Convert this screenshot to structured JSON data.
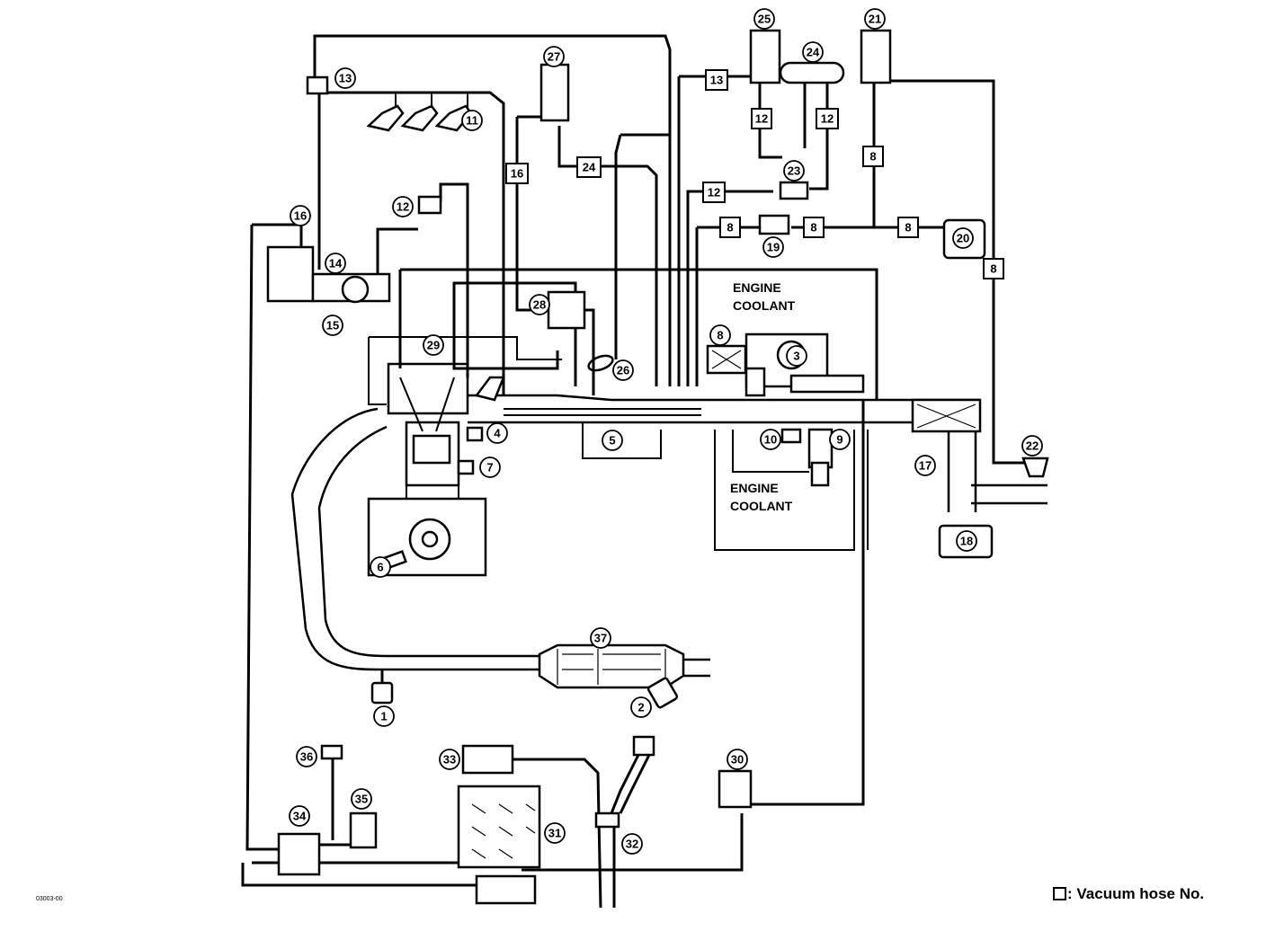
{
  "diagram_code": "03003-00",
  "labels": {
    "engine_coolant_top_line1": "ENGINE",
    "engine_coolant_top_line2": "COOLANT",
    "engine_coolant_bottom_line1": "ENGINE",
    "engine_coolant_bottom_line2": "COOLANT"
  },
  "legend": {
    "text": ": Vacuum hose No."
  },
  "callouts": {
    "c1": "1",
    "c2": "2",
    "c3": "3",
    "c4": "4",
    "c5": "5",
    "c6": "6",
    "c7": "7",
    "c8": "8",
    "c9": "9",
    "c10": "10",
    "c11": "11",
    "c12": "12",
    "c13": "13",
    "c14": "14",
    "c15": "15",
    "c16": "16",
    "c17": "17",
    "c18": "18",
    "c19": "19",
    "c20": "20",
    "c21": "21",
    "c22": "22",
    "c23": "23",
    "c24": "24",
    "c25": "25",
    "c26": "26",
    "c27": "27",
    "c28": "28",
    "c29": "29",
    "c30": "30",
    "c31": "31",
    "c32": "32",
    "c33": "33",
    "c34": "34",
    "c35": "35",
    "c36": "36",
    "c37": "37"
  },
  "hoses": {
    "h13": "13",
    "h16": "16",
    "h24": "24",
    "h12_a": "12",
    "h12_b": "12",
    "h12_c": "12",
    "h8_a": "8",
    "h8_b": "8",
    "h8_c": "8",
    "h8_d": "8",
    "h8_e": "8"
  }
}
